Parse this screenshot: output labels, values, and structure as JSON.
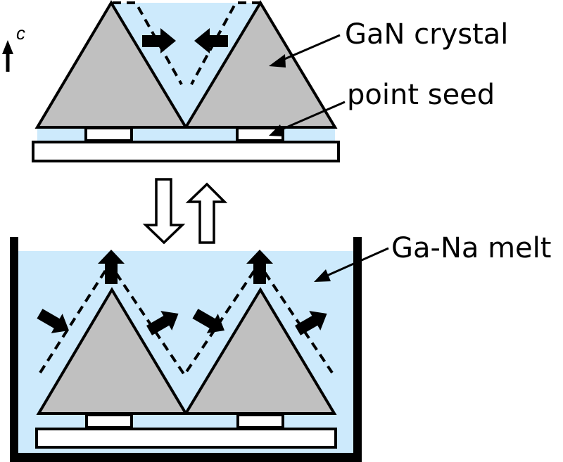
{
  "diagram": {
    "title": "GaN crystal growth from point seeds in Ga-Na melt",
    "labels": {
      "c_axis": "c",
      "gan_crystal": "GaN crystal",
      "point_seed": "point seed",
      "ga_na_melt": "Ga-Na melt"
    },
    "colors": {
      "melt": "#cdeafc",
      "crystal": "#c0c0c0",
      "outline": "#000000",
      "seed": "#ffffff",
      "background": "#ffffff"
    },
    "panels": [
      {
        "name": "top",
        "description": "Coalesced GaN crystals grown from two point seeds; lateral growth arrows point toward each other"
      },
      {
        "name": "bottom",
        "description": "Two pyramidal GaN crystals in Ga-Na melt crucible; growth arrows point outward and upward"
      }
    ],
    "transition_arrows": [
      "down",
      "up"
    ]
  }
}
